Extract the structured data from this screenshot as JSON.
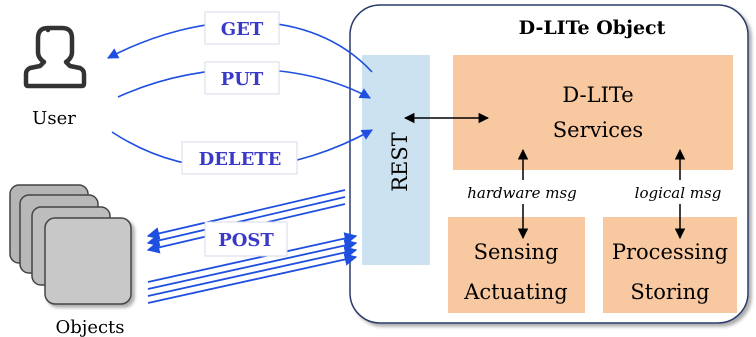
{
  "object_title": "D-LITe Object",
  "rest_label": "REST",
  "services_label": [
    "D-LITe",
    "Services"
  ],
  "sensing_label": [
    "Sensing",
    "Actuating"
  ],
  "processing_label": [
    "Processing",
    "Storing"
  ],
  "hardware_msg": "hardware msg",
  "logical_msg": "logical msg",
  "user_label": "User",
  "objects_label": "Objects",
  "methods": {
    "get": "GET",
    "put": "PUT",
    "delete": "DELETE",
    "post": "POST"
  },
  "colors": {
    "arrow_blue": "#1f4fe0",
    "method_text": "#3a3ac8",
    "component_fill": "#f8c8a0",
    "rest_fill": "#cde2f1",
    "object_fill": "#c8c8c8"
  }
}
